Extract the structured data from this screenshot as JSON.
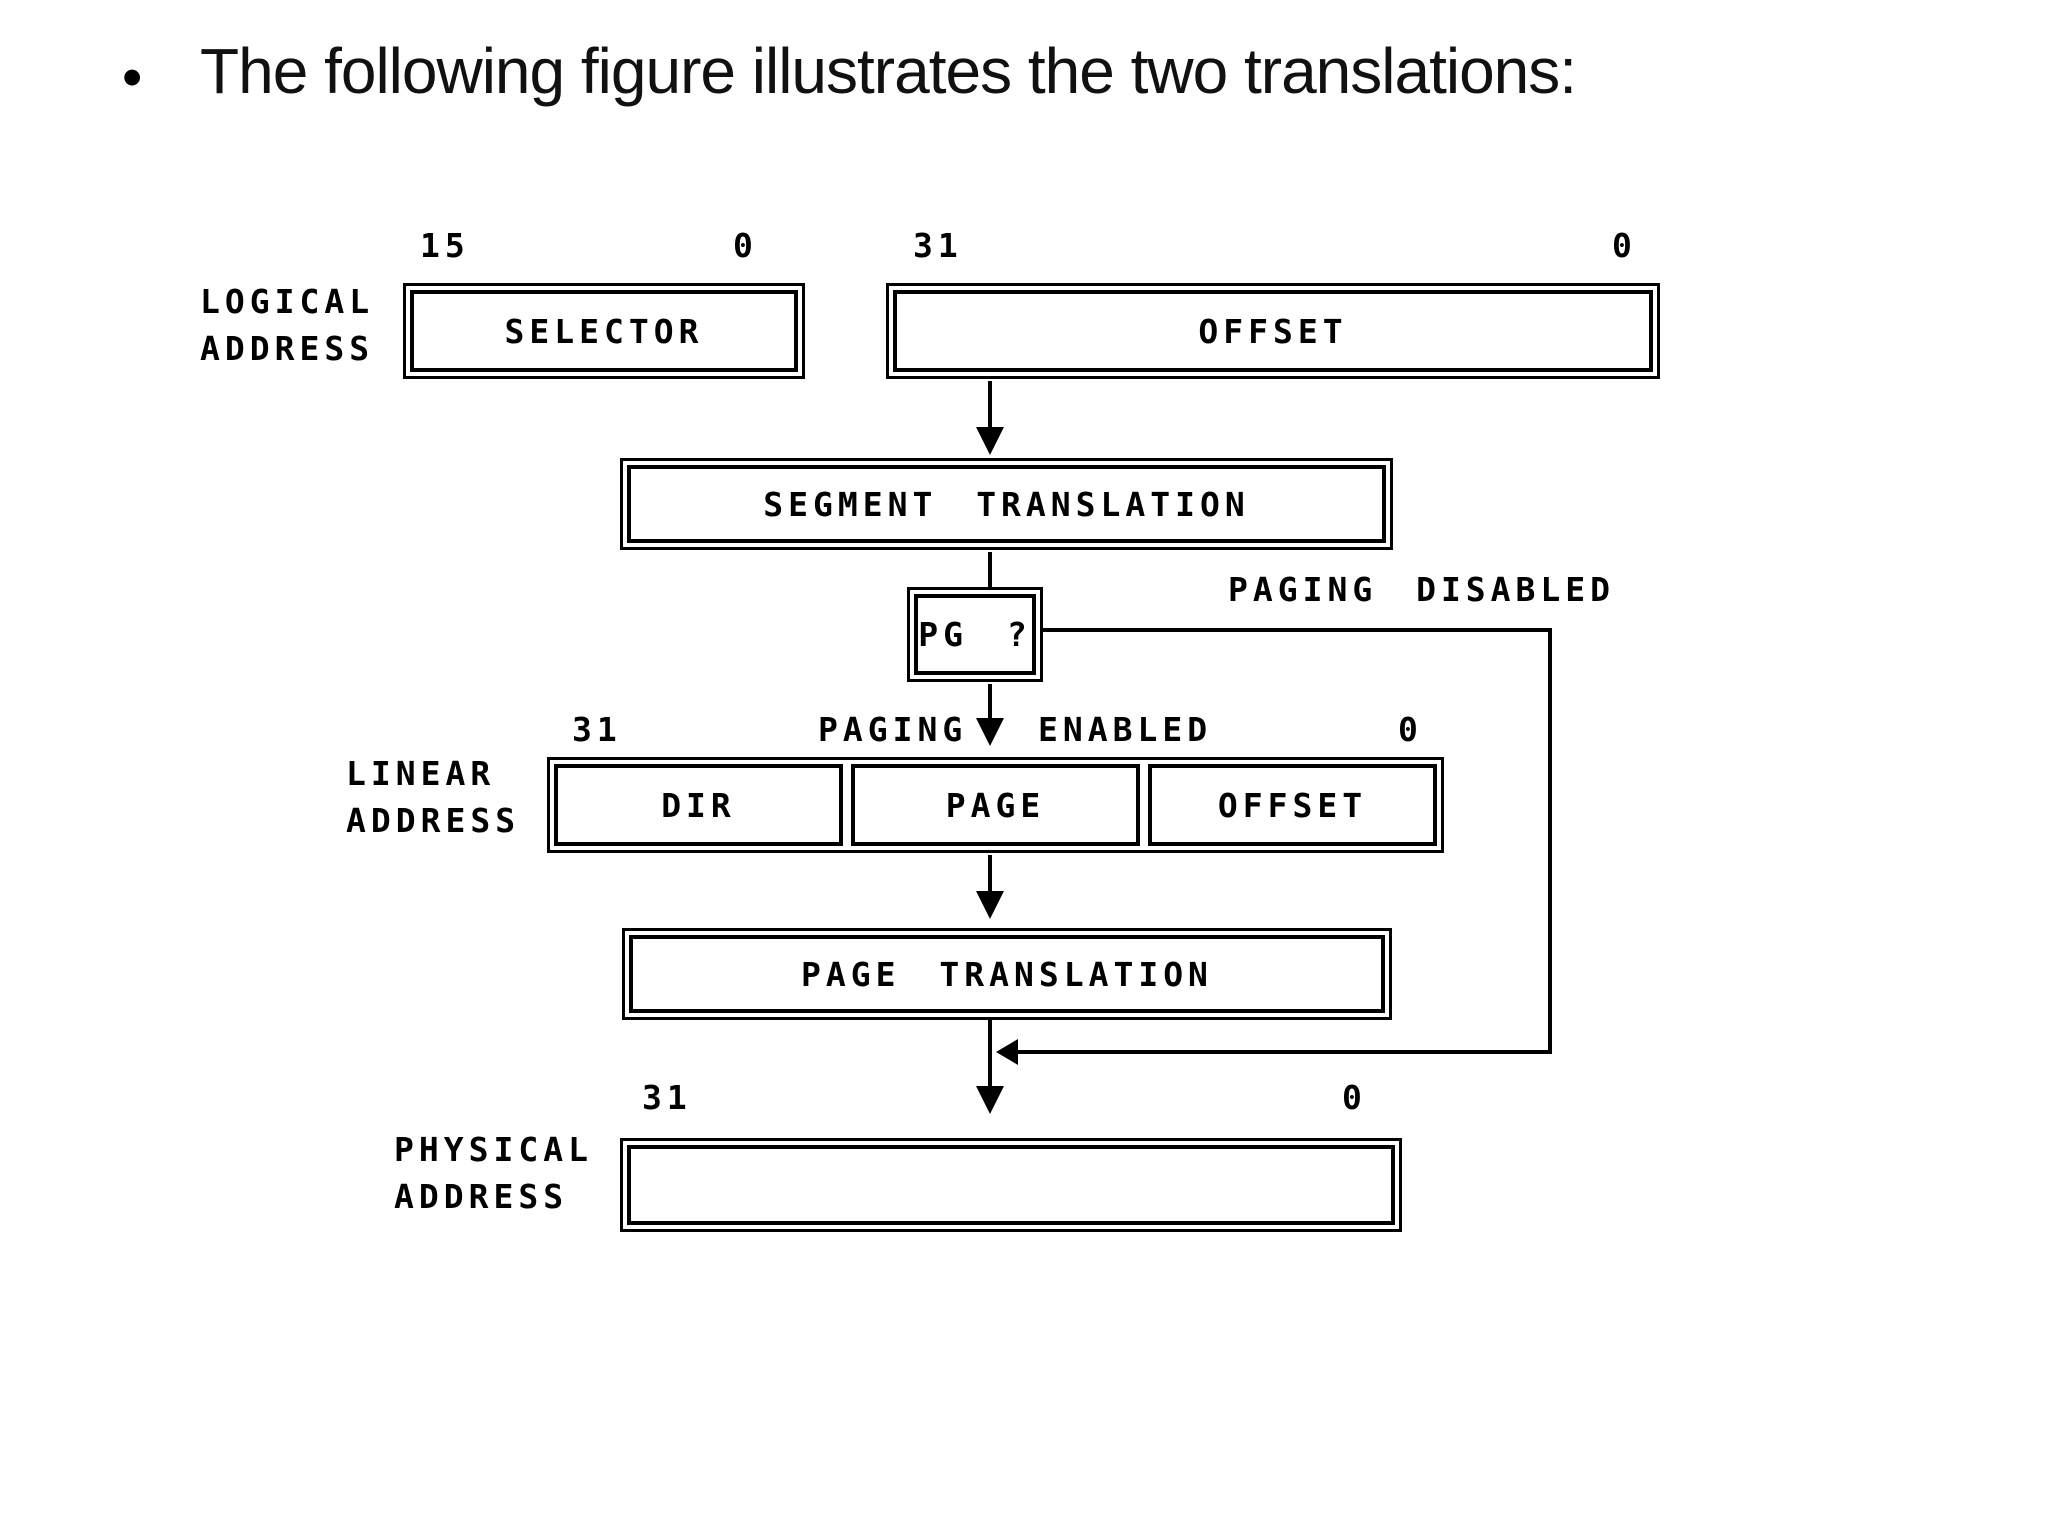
{
  "slide": {
    "bullet": "•",
    "title": "The following figure illustrates the two translations:"
  },
  "diagram": {
    "logical": {
      "label1": "LOGICAL",
      "label2": "ADDRESS",
      "selector_bit_high": "15",
      "selector_bit_low": "0",
      "offset_bit_high": "31",
      "offset_bit_low": "0",
      "selector_label": "SELECTOR",
      "offset_label": "OFFSET"
    },
    "segment_box_label": "SEGMENT TRANSLATION",
    "pg_box_label": "PG ?",
    "paging_disabled_label": "PAGING DISABLED",
    "enabled_row": {
      "bit_high": "31",
      "left": "PAGING",
      "right": "ENABLED",
      "bit_low": "0"
    },
    "linear": {
      "label1": "LINEAR",
      "label2": "ADDRESS",
      "cells": [
        {
          "label": "DIR"
        },
        {
          "label": "PAGE"
        },
        {
          "label": "OFFSET"
        }
      ]
    },
    "page_box_label": "PAGE TRANSLATION",
    "physical": {
      "label1": "PHYSICAL",
      "label2": "ADDRESS",
      "bit_high": "31",
      "bit_low": "0"
    },
    "colors": {
      "ink": "#000000",
      "background": "#ffffff"
    }
  }
}
